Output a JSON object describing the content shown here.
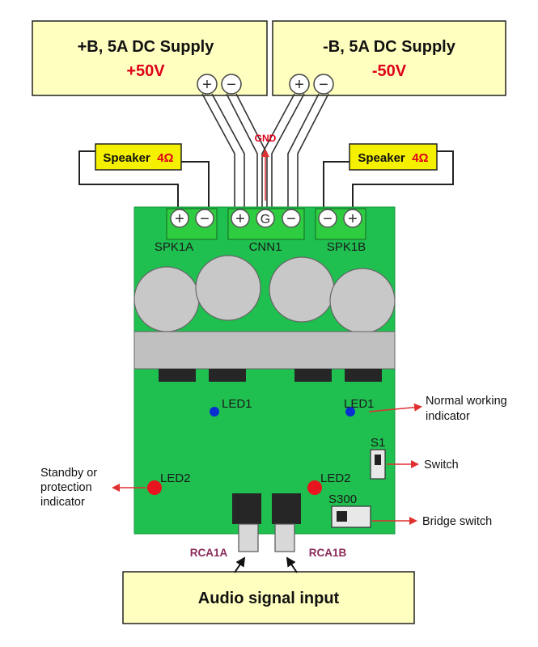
{
  "supplies": {
    "positive": {
      "title": "+B, 5A DC Supply",
      "voltage": "+50V"
    },
    "negative": {
      "title": "-B, 5A DC Supply",
      "voltage": "-50V"
    }
  },
  "gnd_label": "GND",
  "speakers": {
    "left": {
      "label": "Speaker",
      "impedance": "4Ω"
    },
    "right": {
      "label": "Speaker",
      "impedance": "4Ω"
    }
  },
  "terminals": {
    "plus": "+",
    "minus": "−",
    "ground": "G"
  },
  "board": {
    "spk1a": "SPK1A",
    "cnn1": "CNN1",
    "spk1b": "SPK1B",
    "led1_left": "LED1",
    "led1_right": "LED1",
    "led2_left": "LED2",
    "led2_right": "LED2",
    "s1": "S1",
    "s300": "S300"
  },
  "annotations": {
    "normal_working": [
      "Normal working",
      "indicator"
    ],
    "switch": "Switch",
    "standby": [
      "Standby or",
      "protection",
      "indicator"
    ],
    "bridge_switch": "Bridge switch"
  },
  "rca": {
    "a": "RCA1A",
    "b": "RCA1B"
  },
  "audio_input": "Audio signal input",
  "colors": {
    "box_fill": "#ffffc0",
    "board_green": "#1fbf50",
    "terminal_green": "#2ecc40",
    "arrow_red": "#e03030",
    "led_blue": "#0a2fd0",
    "led_red": "#e8141e",
    "speaker_yellow": "#f5f000"
  }
}
